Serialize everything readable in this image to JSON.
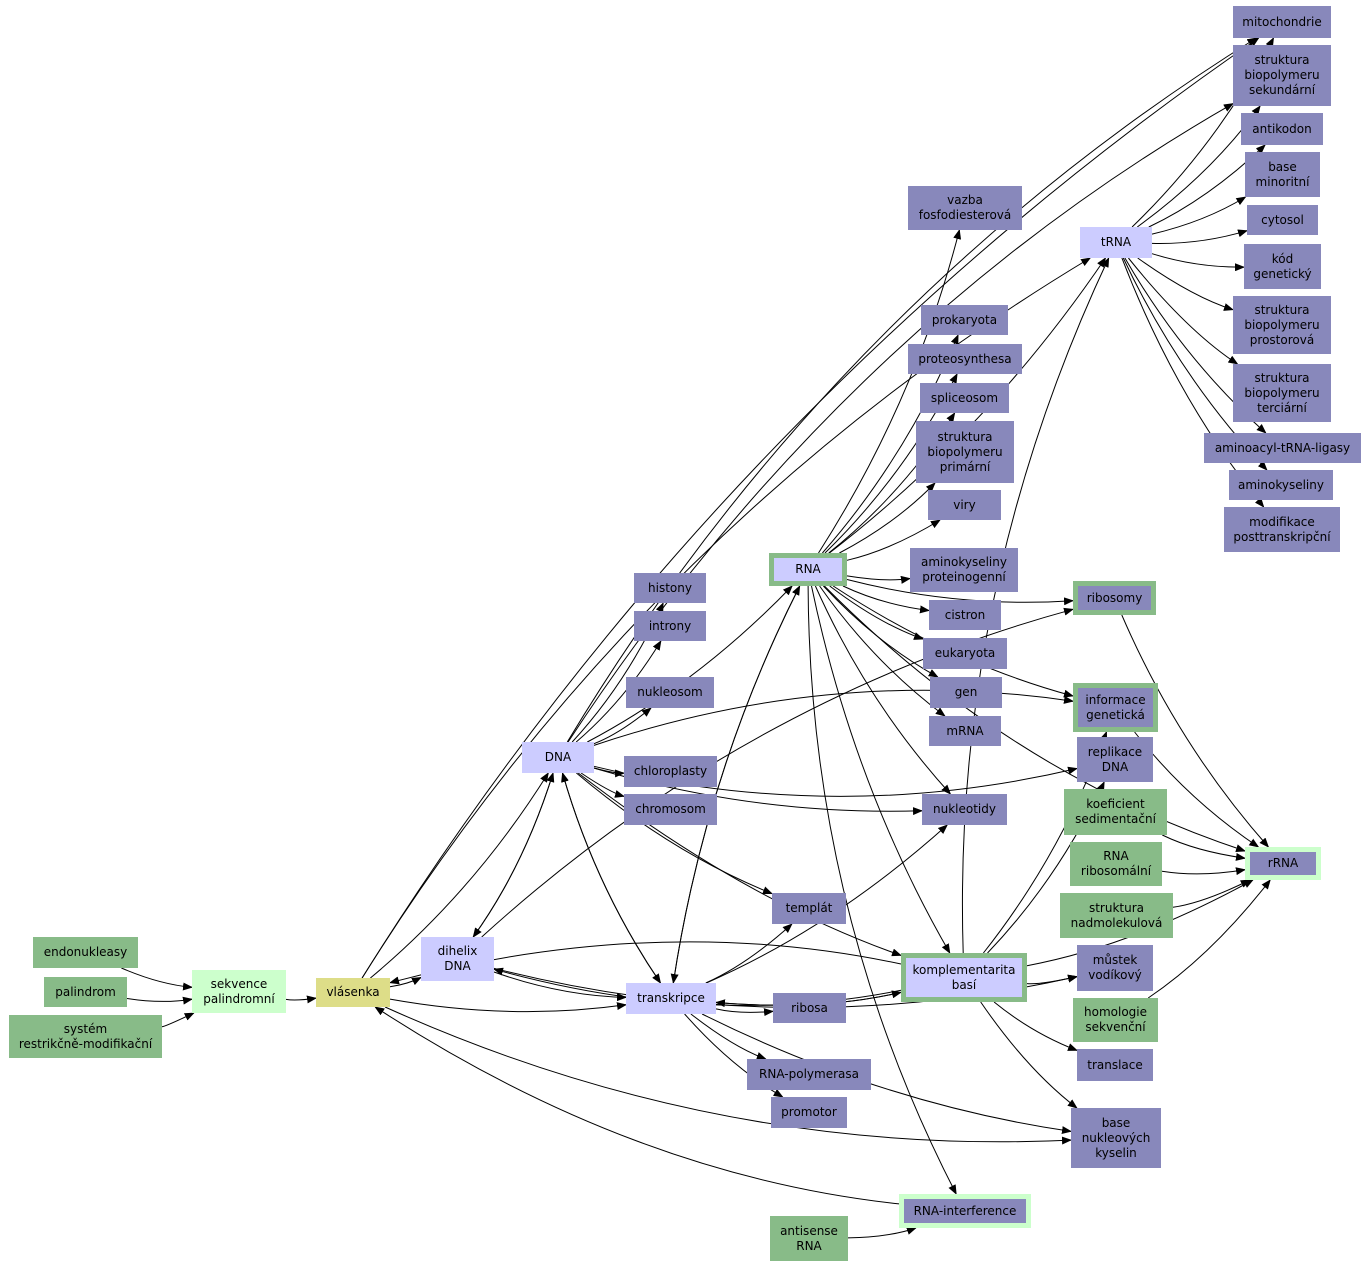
{
  "nodes": [
    {
      "id": "mitochondrie",
      "label": "mitochondrie",
      "kind": "purple"
    },
    {
      "id": "struktura_sek",
      "label": "struktura\nbiopolymeru\nsekundární",
      "kind": "purple"
    },
    {
      "id": "antikodon",
      "label": "antikodon",
      "kind": "purple"
    },
    {
      "id": "base_minor",
      "label": "base\nminoritní",
      "kind": "purple"
    },
    {
      "id": "cytosol",
      "label": "cytosol",
      "kind": "purple"
    },
    {
      "id": "kod",
      "label": "kód\ngenetický",
      "kind": "purple"
    },
    {
      "id": "struktura_prost",
      "label": "struktura\nbiopolymeru\nprostorová",
      "kind": "purple"
    },
    {
      "id": "struktura_terc",
      "label": "struktura\nbiopolymeru\nterciární",
      "kind": "purple"
    },
    {
      "id": "ligasy",
      "label": "aminoacyl-tRNA-ligasy",
      "kind": "purple"
    },
    {
      "id": "aminokyseliny",
      "label": "aminokyseliny",
      "kind": "purple"
    },
    {
      "id": "modifikace",
      "label": "modifikace\nposttranskripční",
      "kind": "purple"
    },
    {
      "id": "vazba",
      "label": "vazba\nfosfodiesterová",
      "kind": "purple"
    },
    {
      "id": "tRNA",
      "label": "tRNA",
      "kind": "lav"
    },
    {
      "id": "prokaryota",
      "label": "prokaryota",
      "kind": "purple"
    },
    {
      "id": "proteosynthesa",
      "label": "proteosynthesa",
      "kind": "purple"
    },
    {
      "id": "spliceosom",
      "label": "spliceosom",
      "kind": "purple"
    },
    {
      "id": "struktura_prim",
      "label": "struktura\nbiopolymeru\nprimární",
      "kind": "purple"
    },
    {
      "id": "viry",
      "label": "viry",
      "kind": "purple"
    },
    {
      "id": "RNA",
      "label": "RNA",
      "kind": "green-lav"
    },
    {
      "id": "aminok_prot",
      "label": "aminokyseliny\nproteinogenní",
      "kind": "purple"
    },
    {
      "id": "ribosomy",
      "label": "ribosomy",
      "kind": "green-purple"
    },
    {
      "id": "cistron",
      "label": "cistron",
      "kind": "purple"
    },
    {
      "id": "eukaryota",
      "label": "eukaryota",
      "kind": "purple"
    },
    {
      "id": "gen",
      "label": "gen",
      "kind": "purple"
    },
    {
      "id": "mRNA",
      "label": "mRNA",
      "kind": "purple"
    },
    {
      "id": "informace",
      "label": "informace\ngenetická",
      "kind": "green-purple"
    },
    {
      "id": "histony",
      "label": "histony",
      "kind": "purple"
    },
    {
      "id": "introny",
      "label": "introny",
      "kind": "purple"
    },
    {
      "id": "nukleosom",
      "label": "nukleosom",
      "kind": "purple"
    },
    {
      "id": "DNA",
      "label": "DNA",
      "kind": "lav"
    },
    {
      "id": "chloroplasty",
      "label": "chloroplasty",
      "kind": "purple"
    },
    {
      "id": "chromosom",
      "label": "chromosom",
      "kind": "purple"
    },
    {
      "id": "replikace",
      "label": "replikace\nDNA",
      "kind": "purple"
    },
    {
      "id": "nukleotidy",
      "label": "nukleotidy",
      "kind": "purple"
    },
    {
      "id": "koeficient",
      "label": "koeficient\nsedimentační",
      "kind": "green"
    },
    {
      "id": "RNA_ribo",
      "label": "RNA\nribosomální",
      "kind": "green"
    },
    {
      "id": "rRNA",
      "label": "rRNA",
      "kind": "mint-purple"
    },
    {
      "id": "templat",
      "label": "templát",
      "kind": "purple"
    },
    {
      "id": "nadmolek",
      "label": "struktura\nnadmolekulová",
      "kind": "green"
    },
    {
      "id": "endonukleasy",
      "label": "endonukleasy",
      "kind": "green"
    },
    {
      "id": "dihelix",
      "label": "dihelix\nDNA",
      "kind": "lav"
    },
    {
      "id": "komplementarita",
      "label": "komplementarita\nbasí",
      "kind": "green-lav"
    },
    {
      "id": "mustek",
      "label": "můstek\nvodíkový",
      "kind": "purple"
    },
    {
      "id": "sekvence",
      "label": "sekvence\npalindromní",
      "kind": "mint"
    },
    {
      "id": "palindrom",
      "label": "palindrom",
      "kind": "green"
    },
    {
      "id": "vlasenka",
      "label": "vlásenka",
      "kind": "yellow"
    },
    {
      "id": "transkripce",
      "label": "transkripce",
      "kind": "lav"
    },
    {
      "id": "ribosa",
      "label": "ribosa",
      "kind": "purple"
    },
    {
      "id": "homologie",
      "label": "homologie\nsekvenční",
      "kind": "green"
    },
    {
      "id": "system",
      "label": "systém\nrestrikčně-modifikační",
      "kind": "green"
    },
    {
      "id": "translace",
      "label": "translace",
      "kind": "purple"
    },
    {
      "id": "RNA_polymerasa",
      "label": "RNA-polymerasa",
      "kind": "purple"
    },
    {
      "id": "promotor",
      "label": "promotor",
      "kind": "purple"
    },
    {
      "id": "base_nukl",
      "label": "base\nnukleových\nkyselin",
      "kind": "purple"
    },
    {
      "id": "RNA_interference",
      "label": "RNA-interference",
      "kind": "mint-purple"
    },
    {
      "id": "antisense",
      "label": "antisense\nRNA",
      "kind": "green"
    }
  ],
  "edges": [
    [
      "endonukleasy",
      "sekvence"
    ],
    [
      "palindrom",
      "sekvence"
    ],
    [
      "system",
      "sekvence"
    ],
    [
      "sekvence",
      "vlasenka"
    ],
    [
      "vlasenka",
      "dihelix"
    ],
    [
      "vlasenka",
      "DNA"
    ],
    [
      "vlasenka",
      "transkripce"
    ],
    [
      "vlasenka",
      "tRNA"
    ],
    [
      "vlasenka",
      "mitochondrie"
    ],
    [
      "vlasenka",
      "base_nukl"
    ],
    [
      "dihelix",
      "DNA"
    ],
    [
      "DNA",
      "dihelix"
    ],
    [
      "dihelix",
      "transkripce"
    ],
    [
      "dihelix",
      "mustek"
    ],
    [
      "dihelix",
      "ribosomy"
    ],
    [
      "DNA",
      "histony"
    ],
    [
      "DNA",
      "introny"
    ],
    [
      "DNA",
      "nukleosom"
    ],
    [
      "DNA",
      "chloroplasty"
    ],
    [
      "DNA",
      "chromosom"
    ],
    [
      "DNA",
      "RNA"
    ],
    [
      "DNA",
      "nukleotidy"
    ],
    [
      "DNA",
      "replikace"
    ],
    [
      "DNA",
      "informace"
    ],
    [
      "DNA",
      "templat"
    ],
    [
      "DNA",
      "transkripce"
    ],
    [
      "DNA",
      "komplementarita"
    ],
    [
      "DNA",
      "mitochondrie"
    ],
    [
      "DNA",
      "struktura_sek"
    ],
    [
      "RNA",
      "vazba"
    ],
    [
      "RNA",
      "tRNA"
    ],
    [
      "RNA",
      "prokaryota"
    ],
    [
      "RNA",
      "proteosynthesa"
    ],
    [
      "RNA",
      "spliceosom"
    ],
    [
      "RNA",
      "struktura_prim"
    ],
    [
      "RNA",
      "viry"
    ],
    [
      "RNA",
      "aminok_prot"
    ],
    [
      "RNA",
      "ribosomy"
    ],
    [
      "RNA",
      "cistron"
    ],
    [
      "RNA",
      "eukaryota"
    ],
    [
      "RNA",
      "gen"
    ],
    [
      "RNA",
      "mRNA"
    ],
    [
      "RNA",
      "nukleotidy"
    ],
    [
      "RNA",
      "komplementarita"
    ],
    [
      "RNA",
      "RNA_interference"
    ],
    [
      "RNA",
      "rRNA"
    ],
    [
      "RNA",
      "transkripce"
    ],
    [
      "RNA",
      "informace"
    ],
    [
      "tRNA",
      "mitochondrie"
    ],
    [
      "tRNA",
      "struktura_sek"
    ],
    [
      "tRNA",
      "antikodon"
    ],
    [
      "tRNA",
      "base_minor"
    ],
    [
      "tRNA",
      "cytosol"
    ],
    [
      "tRNA",
      "kod"
    ],
    [
      "tRNA",
      "struktura_prost"
    ],
    [
      "tRNA",
      "struktura_terc"
    ],
    [
      "tRNA",
      "ligasy"
    ],
    [
      "tRNA",
      "aminokyseliny"
    ],
    [
      "tRNA",
      "modifikace"
    ],
    [
      "ribosomy",
      "rRNA"
    ],
    [
      "informace",
      "rRNA"
    ],
    [
      "koeficient",
      "rRNA"
    ],
    [
      "RNA_ribo",
      "rRNA"
    ],
    [
      "nadmolek",
      "rRNA"
    ],
    [
      "homologie",
      "rRNA"
    ],
    [
      "transkripce",
      "RNA"
    ],
    [
      "transkripce",
      "DNA"
    ],
    [
      "transkripce",
      "templat"
    ],
    [
      "transkripce",
      "ribosa"
    ],
    [
      "transkripce",
      "RNA_polymerasa"
    ],
    [
      "transkripce",
      "promotor"
    ],
    [
      "transkripce",
      "nukleotidy"
    ],
    [
      "transkripce",
      "komplementarita"
    ],
    [
      "transkripce",
      "base_nukl"
    ],
    [
      "komplementarita",
      "dihelix"
    ],
    [
      "komplementarita",
      "mustek"
    ],
    [
      "komplementarita",
      "informace"
    ],
    [
      "komplementarita",
      "replikace"
    ],
    [
      "komplementarita",
      "tRNA"
    ],
    [
      "komplementarita",
      "translace"
    ],
    [
      "komplementarita",
      "base_nukl"
    ],
    [
      "komplementarita",
      "transkripce"
    ],
    [
      "komplementarita",
      "vlasenka"
    ],
    [
      "komplementarita",
      "rRNA"
    ],
    [
      "antisense",
      "RNA_interference"
    ],
    [
      "RNA_interference",
      "vlasenka"
    ]
  ]
}
